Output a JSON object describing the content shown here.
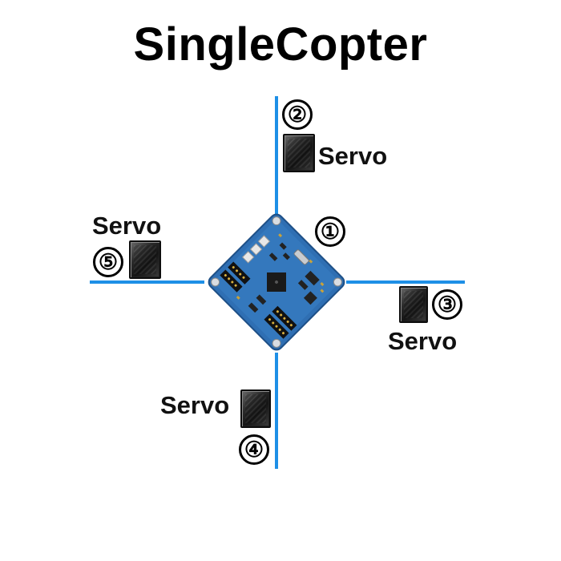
{
  "title": "SingleCopter",
  "colors": {
    "arm_line": "#1e8fe6",
    "board": "#2f6fb3",
    "number_circle_border": "#000000"
  },
  "center_board": {
    "number": "①"
  },
  "servos": [
    {
      "number": "②",
      "label": "Servo",
      "position": "top"
    },
    {
      "number": "③",
      "label": "Servo",
      "position": "right"
    },
    {
      "number": "④",
      "label": "Servo",
      "position": "bottom"
    },
    {
      "number": "⑤",
      "label": "Servo",
      "position": "left"
    }
  ]
}
